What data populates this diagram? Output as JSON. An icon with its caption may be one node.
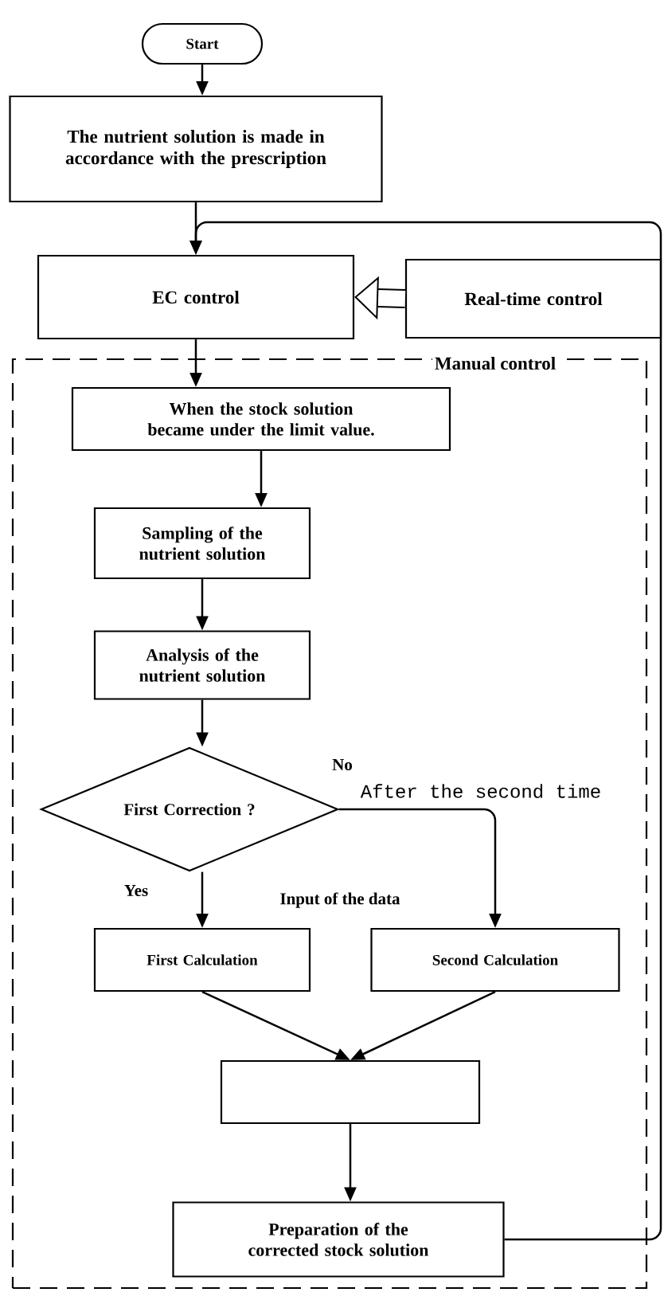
{
  "diagram": {
    "nodes": [
      {
        "text": [
          "Start"
        ]
      },
      {
        "text": [
          "The nutrient solution is made in accordance with the prescription"
        ]
      },
      {
        "text": [
          "EC control"
        ]
      },
      {
        "text": [
          "Real-time control"
        ]
      },
      {
        "text": [
          "Manual control"
        ]
      },
      {
        "text": [
          "When the stock solution became under the limit value."
        ],
        "in": 4
      },
      {
        "text": [
          "Sampling of the nutrient solution"
        ],
        "in": 4
      },
      {
        "text": [
          "Analysis of the nutrient solution"
        ],
        "in": 4
      },
      {
        "text": [
          "First Correction ?"
        ],
        "in": 4
      },
      {
        "text": [
          "First Calculation"
        ],
        "in": 4
      },
      {
        "text": [
          "Second Calculation"
        ],
        "in": 4
      },
      {
        "text": [],
        "shape": "box",
        "in": 4
      },
      {
        "text": [
          "Preparation of the corrected stock solution"
        ],
        "in": 4
      }
    ],
    "edges": [
      {
        "from": 0,
        "to": 1,
        "arrow": "to"
      },
      {
        "from": 1,
        "to": 2,
        "arrow": "to"
      },
      {
        "from": 3,
        "to": 2,
        "arrow": "to",
        "style": "thick"
      },
      {
        "from": 2,
        "to": 5,
        "arrow": "to"
      },
      {
        "from": 5,
        "to": 6,
        "arrow": "to"
      },
      {
        "from": 6,
        "to": 7,
        "arrow": "to"
      },
      {
        "from": 7,
        "to": 8,
        "arrow": "to"
      },
      {
        "from": 8,
        "to": 9,
        "arrow": "to",
        "label": "Yes"
      },
      {
        "from": 8,
        "to": 10,
        "arrow": "to",
        "label": "No"
      },
      {
        "from": 9,
        "to": 11,
        "arrow": "to"
      },
      {
        "from": 10,
        "to": 11,
        "arrow": "to"
      },
      {
        "from": 11,
        "to": 12,
        "arrow": "to"
      },
      {
        "from": 12,
        "to": 2,
        "arrow": "to"
      }
    ],
    "labels": [
      "After the second time",
      "Input of the data"
    ]
  }
}
